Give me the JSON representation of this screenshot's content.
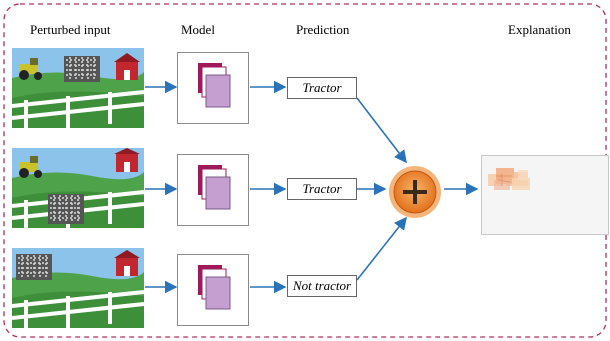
{
  "headers": {
    "input": "Perturbed input",
    "model": "Model",
    "prediction": "Prediction",
    "explanation": "Explanation"
  },
  "rows": [
    {
      "prediction": "Tractor"
    },
    {
      "prediction": "Tractor"
    },
    {
      "prediction": "Not tractor"
    }
  ],
  "colors": {
    "frame": "#b03060",
    "arrow": "#2a73b8",
    "plus_outer": "#e87722",
    "plus_inner": "#f5a04a",
    "sky": "#7fb6e0",
    "grass": "#4ea24a",
    "grass_dark": "#2f7a2c",
    "barn": "#c2262f",
    "tractor": "#c9c22a",
    "model_back": "#a0195a",
    "model_front": "#c59fcf"
  }
}
